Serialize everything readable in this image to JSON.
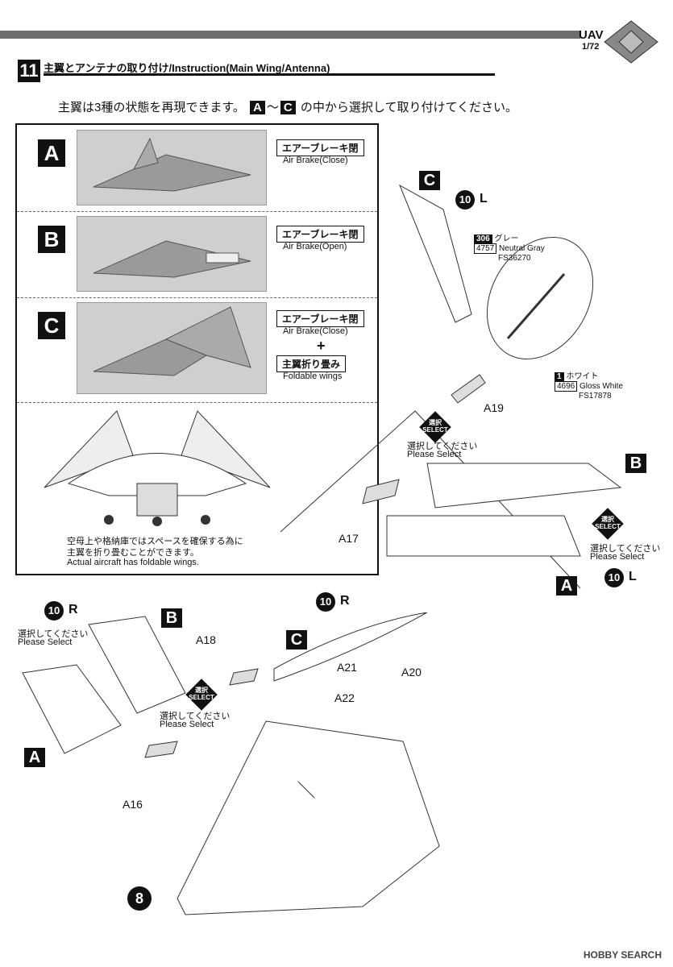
{
  "header": {
    "product": "UAV",
    "scale": "1/72"
  },
  "step": {
    "number": "11",
    "title": "主翼とアンテナの取り付け/Instruction(Main Wing/Antenna)"
  },
  "intro": {
    "before": "主翼は3種の状態を再現できます。",
    "a": "A",
    "tilde": "〜",
    "c": "C",
    "after": "の中から選択して取り付けてください。"
  },
  "options": [
    {
      "letter": "A",
      "jp": "エアーブレーキ閉",
      "en": "Air Brake(Close)"
    },
    {
      "letter": "B",
      "jp": "エアーブレーキ閉",
      "en": "Air Brake(Open)"
    },
    {
      "letter": "C",
      "jp": "エアーブレーキ閉",
      "en": "Air Brake(Close)",
      "plus": "+",
      "jp2": "主翼折り畳み",
      "en2": "Foldable wings"
    }
  ],
  "note": {
    "jp1": "空母上や格納庫ではスペースを確保する為に",
    "jp2": "主翼を折り畳むことができます。",
    "en": "Actual aircraft has foldable wings."
  },
  "paints": [
    {
      "code": "306",
      "jp": "グレー",
      "en": "Neutral Gray",
      "fs_code": "4757",
      "fs": "FS36270"
    },
    {
      "code": "1",
      "jp": "ホワイト",
      "en": "Gloss White",
      "fs_code": "4696",
      "fs": "FS17878"
    }
  ],
  "select": {
    "badge_jp": "選択",
    "badge_en": "SELECT",
    "jp": "選択してください",
    "en": "Please Select"
  },
  "parts": {
    "a16": "A16",
    "a17": "A17",
    "a18": "A18",
    "a19": "A19",
    "a20": "A20",
    "a21": "A21",
    "a22": "A22"
  },
  "labels": {
    "a": "A",
    "b": "B",
    "c": "C",
    "part10": "10",
    "left": "L",
    "right": "R",
    "step8": "8"
  },
  "watermark": "HOBBY SEARCH"
}
